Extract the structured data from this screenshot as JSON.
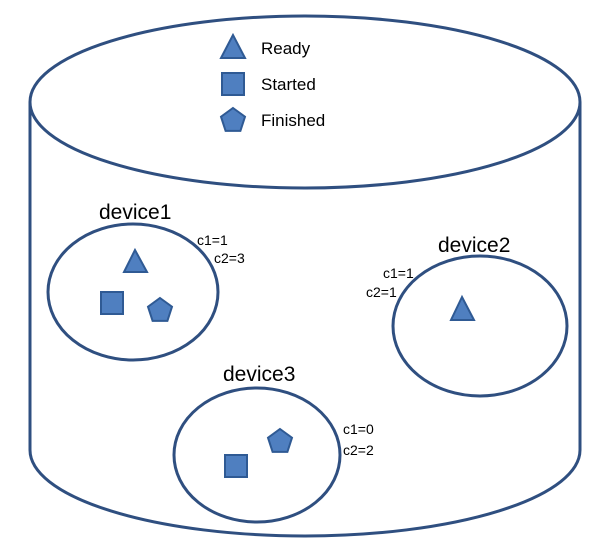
{
  "colors": {
    "outline": "#2f4f80",
    "shape_fill": "#4f7fc0",
    "shape_stroke": "#2f5a94",
    "text": "#000000"
  },
  "legend": [
    {
      "shape": "triangle-icon",
      "label": "Ready"
    },
    {
      "shape": "square-icon",
      "label": "Started"
    },
    {
      "shape": "pentagon-icon",
      "label": "Finished"
    }
  ],
  "devices": {
    "device1": {
      "label": "device1",
      "c1": "c1=1",
      "c2": "c2=3",
      "states": [
        "triangle-icon",
        "square-icon",
        "pentagon-icon"
      ]
    },
    "device2": {
      "label": "device2",
      "c1": "c1=1",
      "c2": "c2=1",
      "states": [
        "triangle-icon"
      ]
    },
    "device3": {
      "label": "device3",
      "c1": "c1=0",
      "c2": "c2=2",
      "states": [
        "pentagon-icon",
        "square-icon"
      ]
    }
  }
}
